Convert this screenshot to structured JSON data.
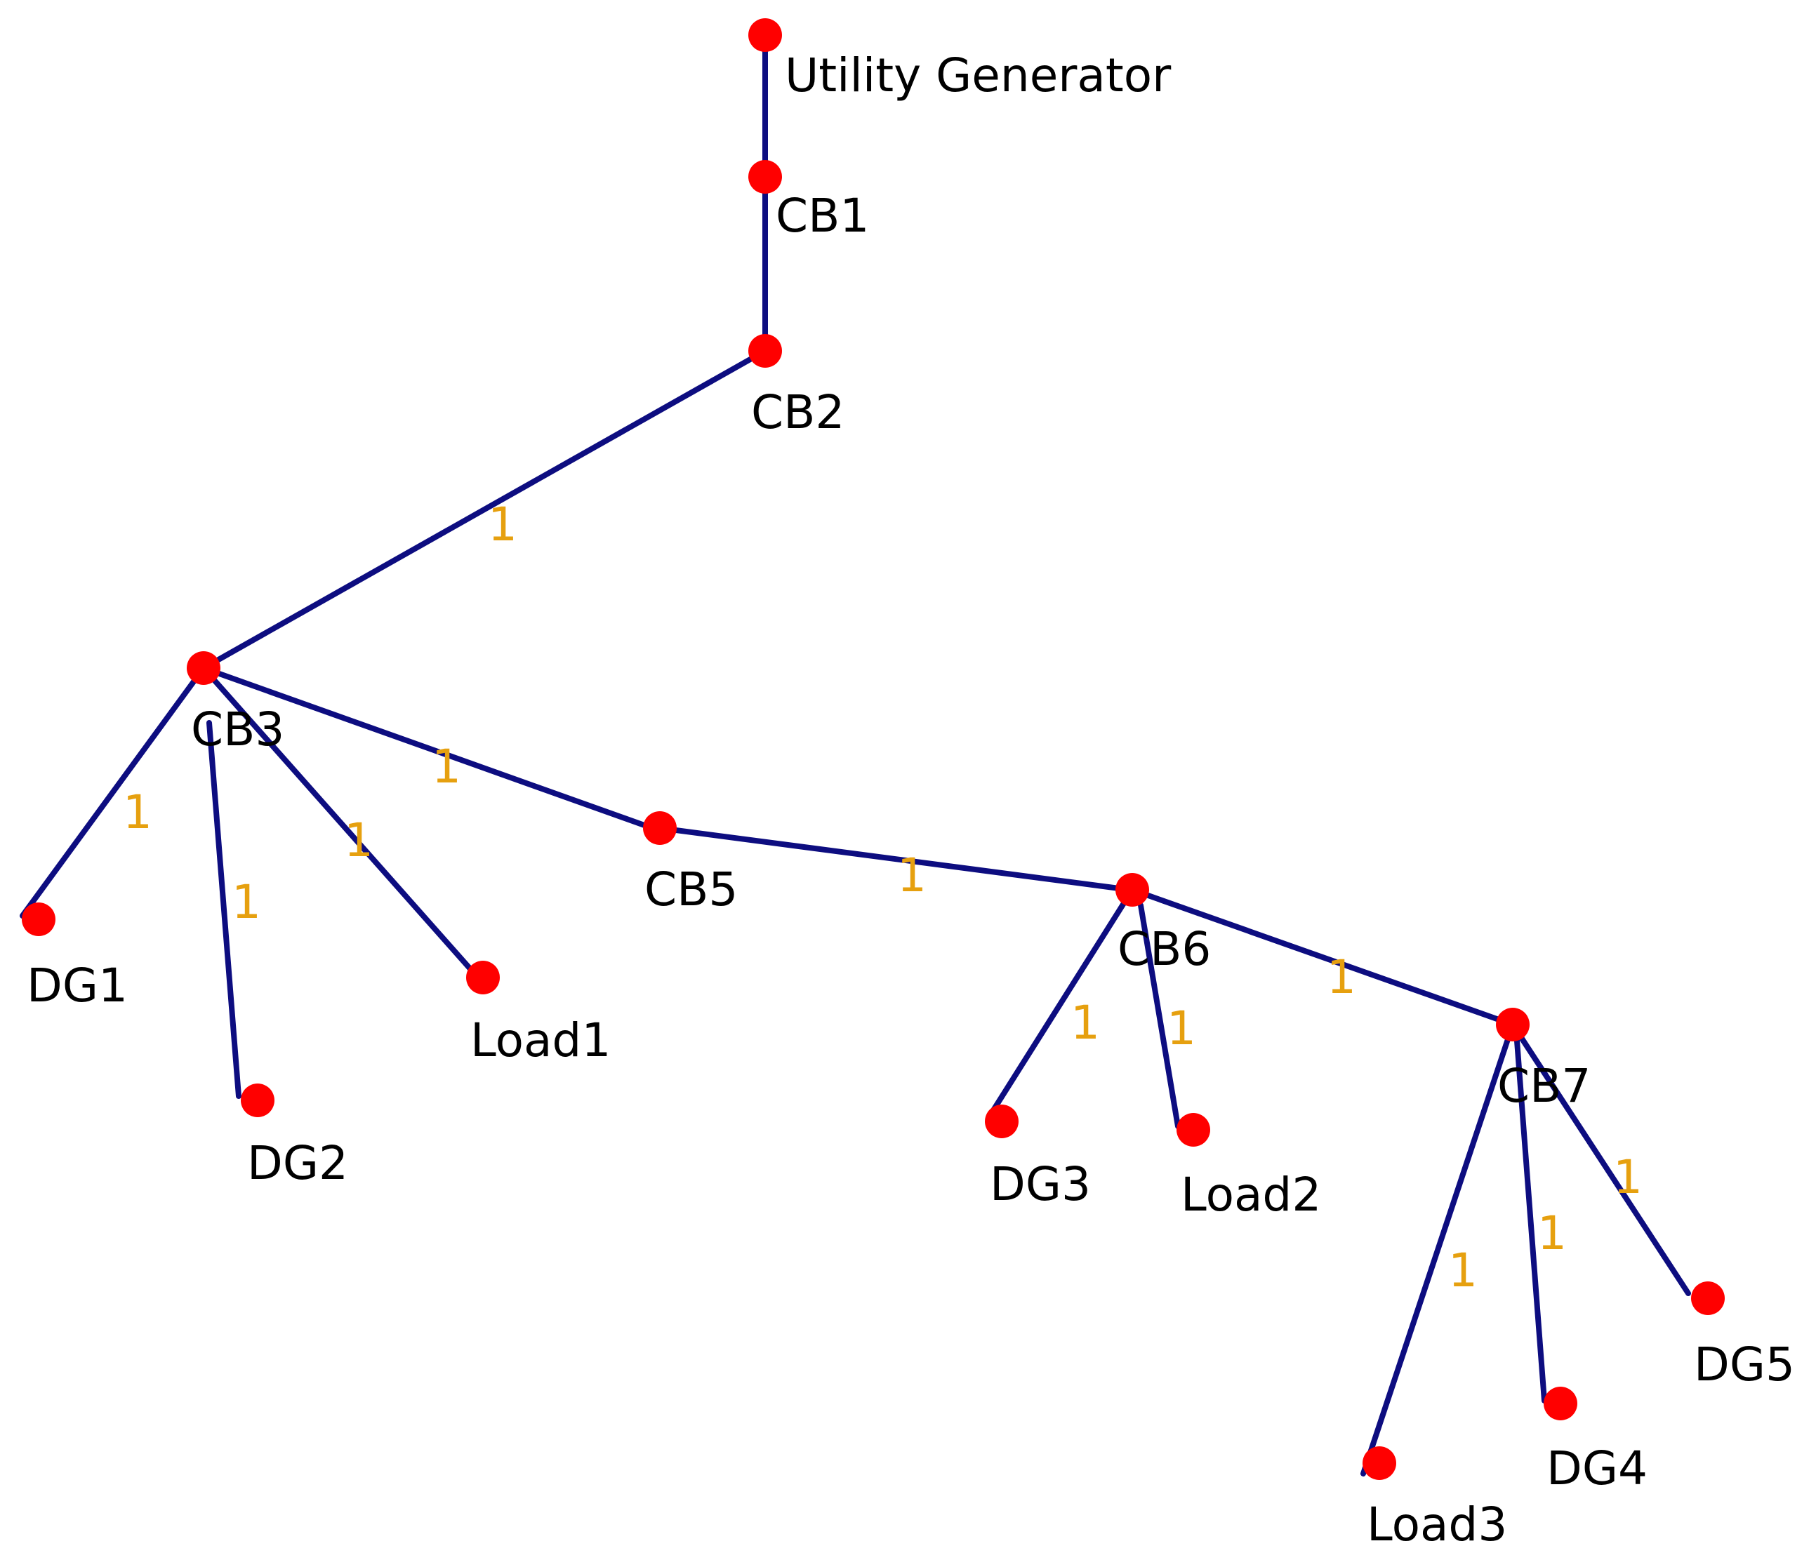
{
  "colors": {
    "edge": "#0d0d80",
    "node": "#ff0000",
    "node_label": "#000000",
    "edge_label": "#e6a00f"
  },
  "nodes": [
    {
      "id": "util",
      "label": "Utility Generator"
    },
    {
      "id": "cb1",
      "label": "CB1"
    },
    {
      "id": "cb2",
      "label": "CB2"
    },
    {
      "id": "cb3",
      "label": "CB3"
    },
    {
      "id": "cb5",
      "label": "CB5"
    },
    {
      "id": "cb6",
      "label": "CB6"
    },
    {
      "id": "cb7",
      "label": "CB7"
    },
    {
      "id": "dg1",
      "label": "DG1"
    },
    {
      "id": "dg2",
      "label": "DG2"
    },
    {
      "id": "load1",
      "label": "Load1"
    },
    {
      "id": "dg3",
      "label": "DG3"
    },
    {
      "id": "load2",
      "label": "Load2"
    },
    {
      "id": "load3",
      "label": "Load3"
    },
    {
      "id": "dg4",
      "label": "DG4"
    },
    {
      "id": "dg5",
      "label": "DG5"
    }
  ],
  "edges": [
    {
      "from": "util",
      "to": "cb1",
      "label": ""
    },
    {
      "from": "cb1",
      "to": "cb2",
      "label": ""
    },
    {
      "from": "cb2",
      "to": "cb3",
      "label": "1"
    },
    {
      "from": "cb3",
      "to": "dg1",
      "label": "1"
    },
    {
      "from": "cb3",
      "to": "dg2",
      "label": "1"
    },
    {
      "from": "cb3",
      "to": "load1",
      "label": "1"
    },
    {
      "from": "cb3",
      "to": "cb5",
      "label": "1"
    },
    {
      "from": "cb5",
      "to": "cb6",
      "label": "1"
    },
    {
      "from": "cb6",
      "to": "dg3",
      "label": "1"
    },
    {
      "from": "cb6",
      "to": "load2",
      "label": "1"
    },
    {
      "from": "cb6",
      "to": "cb7",
      "label": "1"
    },
    {
      "from": "cb7",
      "to": "load3",
      "label": "1"
    },
    {
      "from": "cb7",
      "to": "dg4",
      "label": "1"
    },
    {
      "from": "cb7",
      "to": "dg5",
      "label": "1"
    }
  ]
}
